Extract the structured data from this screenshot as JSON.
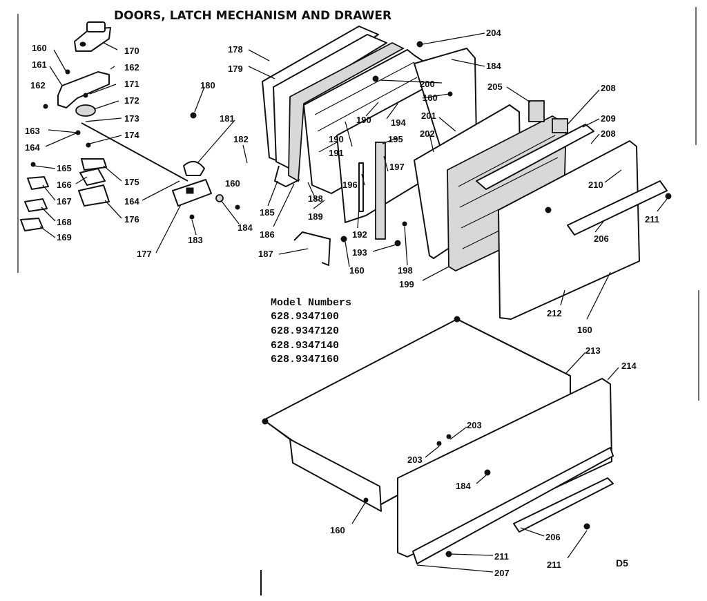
{
  "title": "DOORS, LATCH MECHANISM AND DRAWER",
  "model_block": {
    "heading": "Model Numbers",
    "numbers": [
      "628.9347100",
      "628.9347120",
      "628.9347140",
      "628.9347160"
    ]
  },
  "page_code": "D5",
  "callouts": [
    "160",
    "161",
    "162",
    "162",
    "163",
    "164",
    "165",
    "166",
    "167",
    "168",
    "169",
    "170",
    "171",
    "172",
    "173",
    "174",
    "175",
    "176",
    "164",
    "177",
    "178",
    "179",
    "180",
    "181",
    "182",
    "183",
    "184",
    "160",
    "185",
    "186",
    "187",
    "188",
    "189",
    "190",
    "190",
    "191",
    "192",
    "193",
    "160",
    "194",
    "195",
    "196",
    "197",
    "198",
    "199",
    "200",
    "160",
    "201",
    "202",
    "204",
    "184",
    "205",
    "208",
    "209",
    "208",
    "210",
    "211",
    "206",
    "212",
    "160",
    "213",
    "214",
    "203",
    "203",
    "184",
    "160",
    "206",
    "211",
    "211",
    "207"
  ]
}
